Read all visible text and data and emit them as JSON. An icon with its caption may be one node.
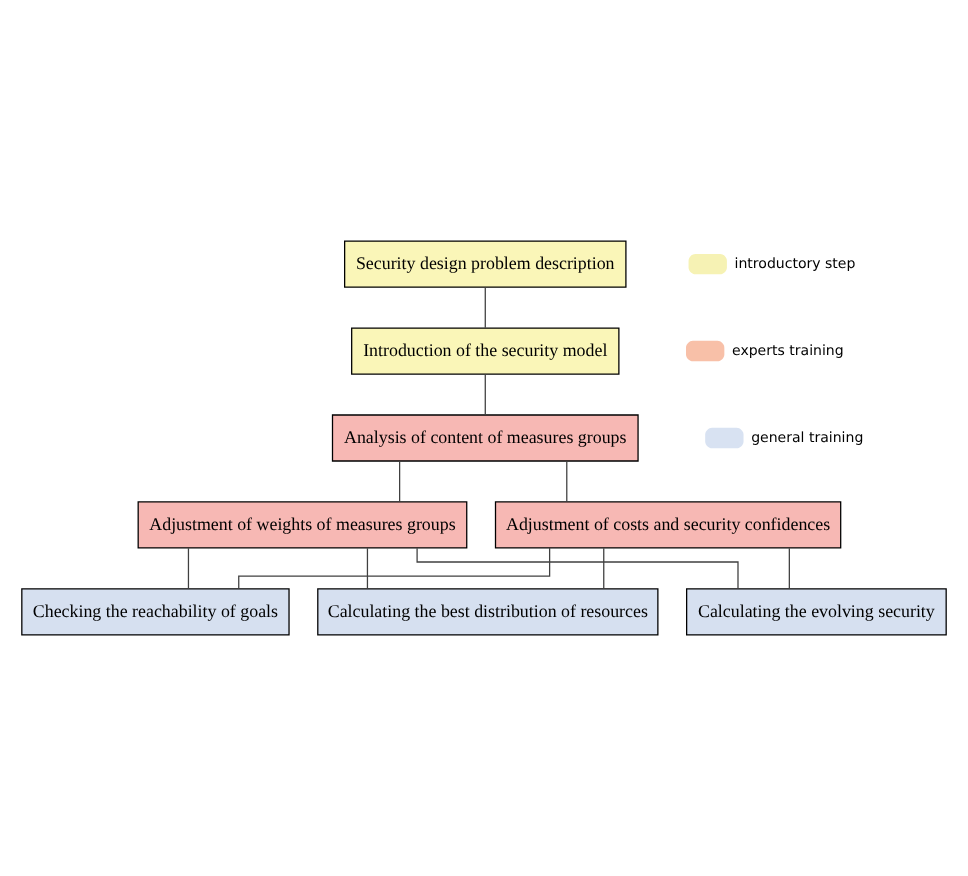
{
  "diagram": {
    "nodes": [
      {
        "text": [
          "Security design problem description"
        ]
      },
      {
        "text": [
          "Introduction of the security model"
        ]
      },
      {
        "text": [
          "Analysis of content of measures groups"
        ]
      },
      {
        "text": [
          "Adjustment of weights of measures groups"
        ]
      },
      {
        "text": [
          "Adjustment of costs and security confidences"
        ]
      },
      {
        "text": [
          "Checking the reachability of goals"
        ]
      },
      {
        "text": [
          "Calculating the best distribution of resources"
        ]
      },
      {
        "text": [
          "Calculating the evolving security"
        ]
      }
    ],
    "edges": [
      {
        "from": 0,
        "to": 1,
        "arrow": "none"
      },
      {
        "from": 1,
        "to": 2,
        "arrow": "none"
      },
      {
        "from": 2,
        "to": 3,
        "arrow": "none"
      },
      {
        "from": 2,
        "to": 4,
        "arrow": "none"
      },
      {
        "from": 3,
        "to": 5,
        "arrow": "none"
      },
      {
        "from": 3,
        "to": 6,
        "arrow": "none"
      },
      {
        "from": 3,
        "to": 7,
        "arrow": "none"
      },
      {
        "from": 4,
        "to": 5,
        "arrow": "none"
      },
      {
        "from": 4,
        "to": 6,
        "arrow": "none"
      },
      {
        "from": 4,
        "to": 7,
        "arrow": "none"
      }
    ],
    "legend": [
      {
        "text": "introductory step",
        "color": "#f6f2b4"
      },
      {
        "text": "experts training",
        "color": "#f8c0a8"
      },
      {
        "text": "general training",
        "color": "#d8e2f2"
      }
    ]
  }
}
